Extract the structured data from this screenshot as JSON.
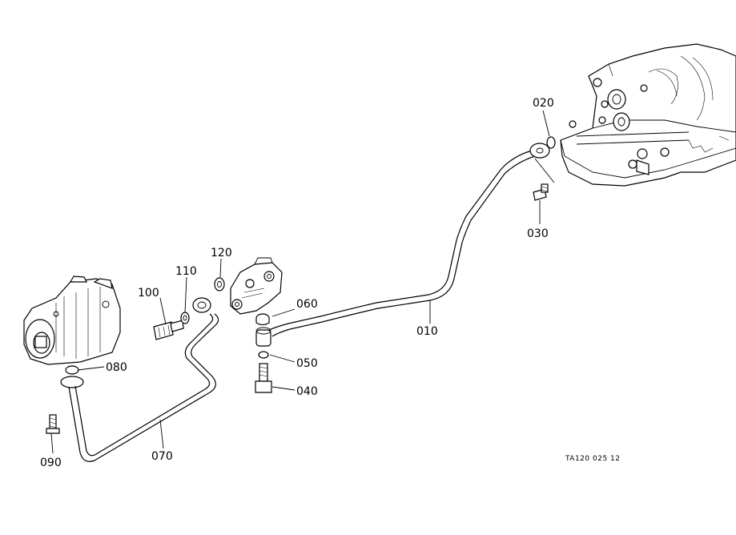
{
  "diagram_code": "TA120 025 12",
  "callouts": {
    "c010": "010",
    "c020": "020",
    "c030": "030",
    "c040": "040",
    "c050": "050",
    "c060": "060",
    "c070": "070",
    "c080": "080",
    "c090": "090",
    "c100": "100",
    "c110": "110",
    "c120": "120"
  }
}
